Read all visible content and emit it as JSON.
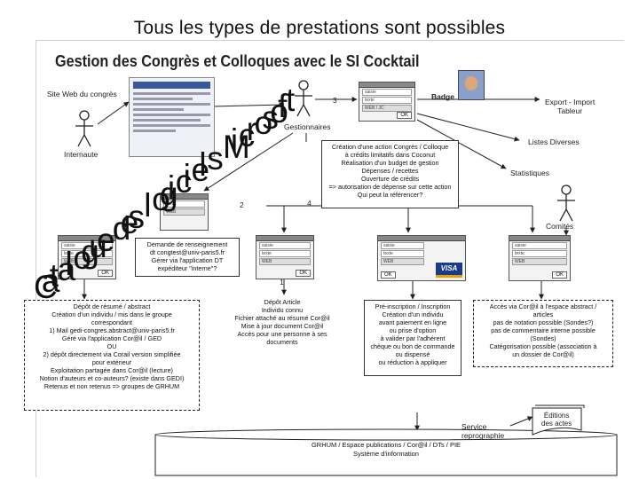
{
  "slide_title": "Tous les types de prestations sont possibles",
  "diagram_title": "Gestion des Congrès et Colloques avec le SI Cocktail",
  "watermark": {
    "letters": [
      "C",
      "a",
      "t",
      "a",
      "l",
      "o",
      "g",
      "u",
      "e",
      " ",
      "d",
      "e",
      "s",
      " ",
      "l",
      "o",
      "g",
      "i",
      "c",
      "i",
      "e",
      "l",
      "s",
      " ",
      "M",
      "i",
      "c",
      "r",
      "o",
      "s",
      "o",
      "f",
      "t"
    ]
  },
  "actors": {
    "internaute": "Internaute",
    "gestionnaires": "Gestionnaires",
    "comites": "Comités"
  },
  "labels": {
    "site_web": "Site Web du congrès",
    "badge": "Badge",
    "export": "Export - Import\nTableur",
    "listes": "Listes Diverses",
    "statistiques": "Statistiques",
    "service_repro": "Service\nreprographie",
    "editions": "Éditions\ndes actes",
    "n1": "1",
    "n2": "2",
    "n3": "3",
    "n4": "4"
  },
  "window_fields": {
    "saisie": "saisie",
    "texte": "texte",
    "web_jc": "WEB / JC",
    "web": "WEB",
    "ok": "OK",
    "visa": "VISA"
  },
  "boxes": {
    "creation_action": [
      "Création d'une action Congrès / Colloque",
      "à crédits limitatifs dans Coconut",
      "Réalisation d'un budget de gestion",
      "Dépenses / recettes",
      "Ouverture de crédits",
      "=> autorisation de dépense sur cette action",
      "Qui peut la référencer?"
    ],
    "demande_renseignement": [
      "Demande de renseignement",
      "dt congtest@univ-paris5.fr",
      "Gérer via l'application DT",
      "expéditeur \"interne\"?"
    ],
    "depot_resume": [
      "Dépôt de résumé / abstract",
      "Création d'un individu / mis dans le groupe",
      "correspondant",
      "1) Mail gedi-congres.abstract@univ-paris5.fr",
      "Géré via l'application Cor@il / GED",
      "OU",
      "2) dépôt directement via Corail version simplifiée",
      "pour extérieur",
      "Exploitation partagée dans Cor@il (Iecture)",
      "Notion d'auteurs et co-auteurs? (existe dans GEDI)",
      "Retenus et non retenus => groupes de GRHUM"
    ],
    "depot_article": [
      "Dépôt Article",
      "Individu connu",
      "Fichier attaché au résumé Cor@il",
      "Mise à jour document Cor@il",
      "Accès pour une personne à ses",
      "documents"
    ],
    "pre_inscription": [
      "Pré-inscription / Inscription",
      "Création d'un individu",
      "avant paiement en ligne",
      "ou prise d'option",
      "à valider par l'adhérent",
      "chèque ou bon de commande",
      "ou dispensé",
      "ou réduction à appliquer"
    ],
    "acces_corail": [
      "Accès via Cor@il à l'espace abstract /",
      "articles",
      "pas de notation possible (Sondes?)",
      "pas de commentaire interne possible",
      "(Sondes)",
      "Catégorisation possible (association à",
      "un dossier de Cor@il)"
    ],
    "grhum": [
      "GRHUM / Espace publications / Cor@il / DTs / PIE",
      "Système d'information"
    ]
  }
}
